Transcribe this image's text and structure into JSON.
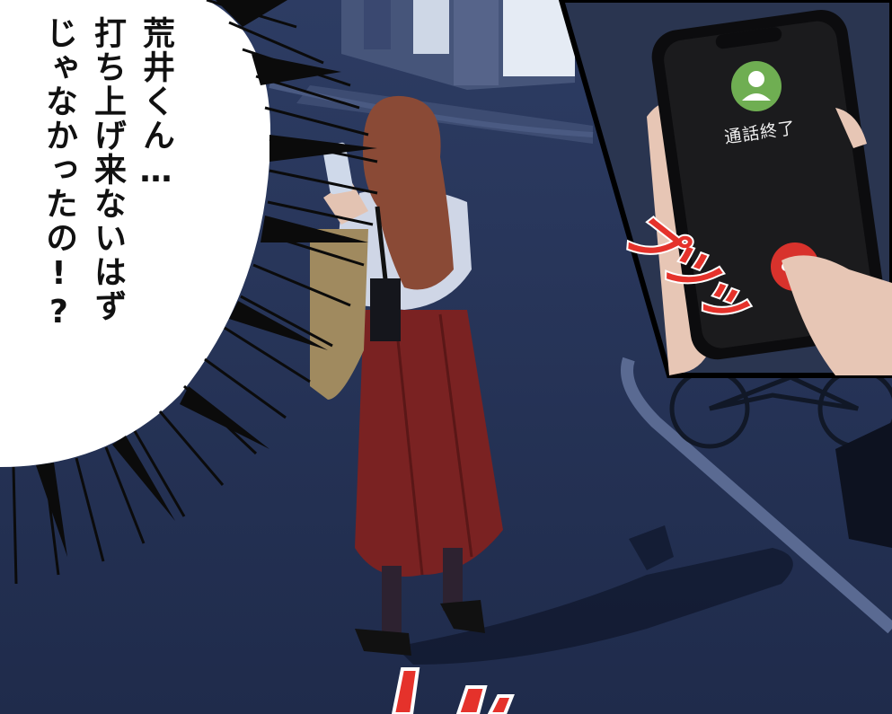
{
  "panel": {
    "thought_lines": [
      "荒井くん…",
      "打ち上げ来ないはず",
      "じゃなかったの!?"
    ]
  },
  "phone": {
    "status_text": "通話終了",
    "icons": [
      "person-icon",
      "end-call-icon"
    ]
  },
  "sound_effect": {
    "text": "プツッ"
  },
  "colors": {
    "night_sky": "#25345a",
    "burst_white": "#ffffff",
    "burst_ink": "#0b0b0b",
    "skirt": "#7a2222",
    "hair": "#8a4a36",
    "sfx_red": "#e5322b",
    "avatar_green": "#6fae52"
  }
}
